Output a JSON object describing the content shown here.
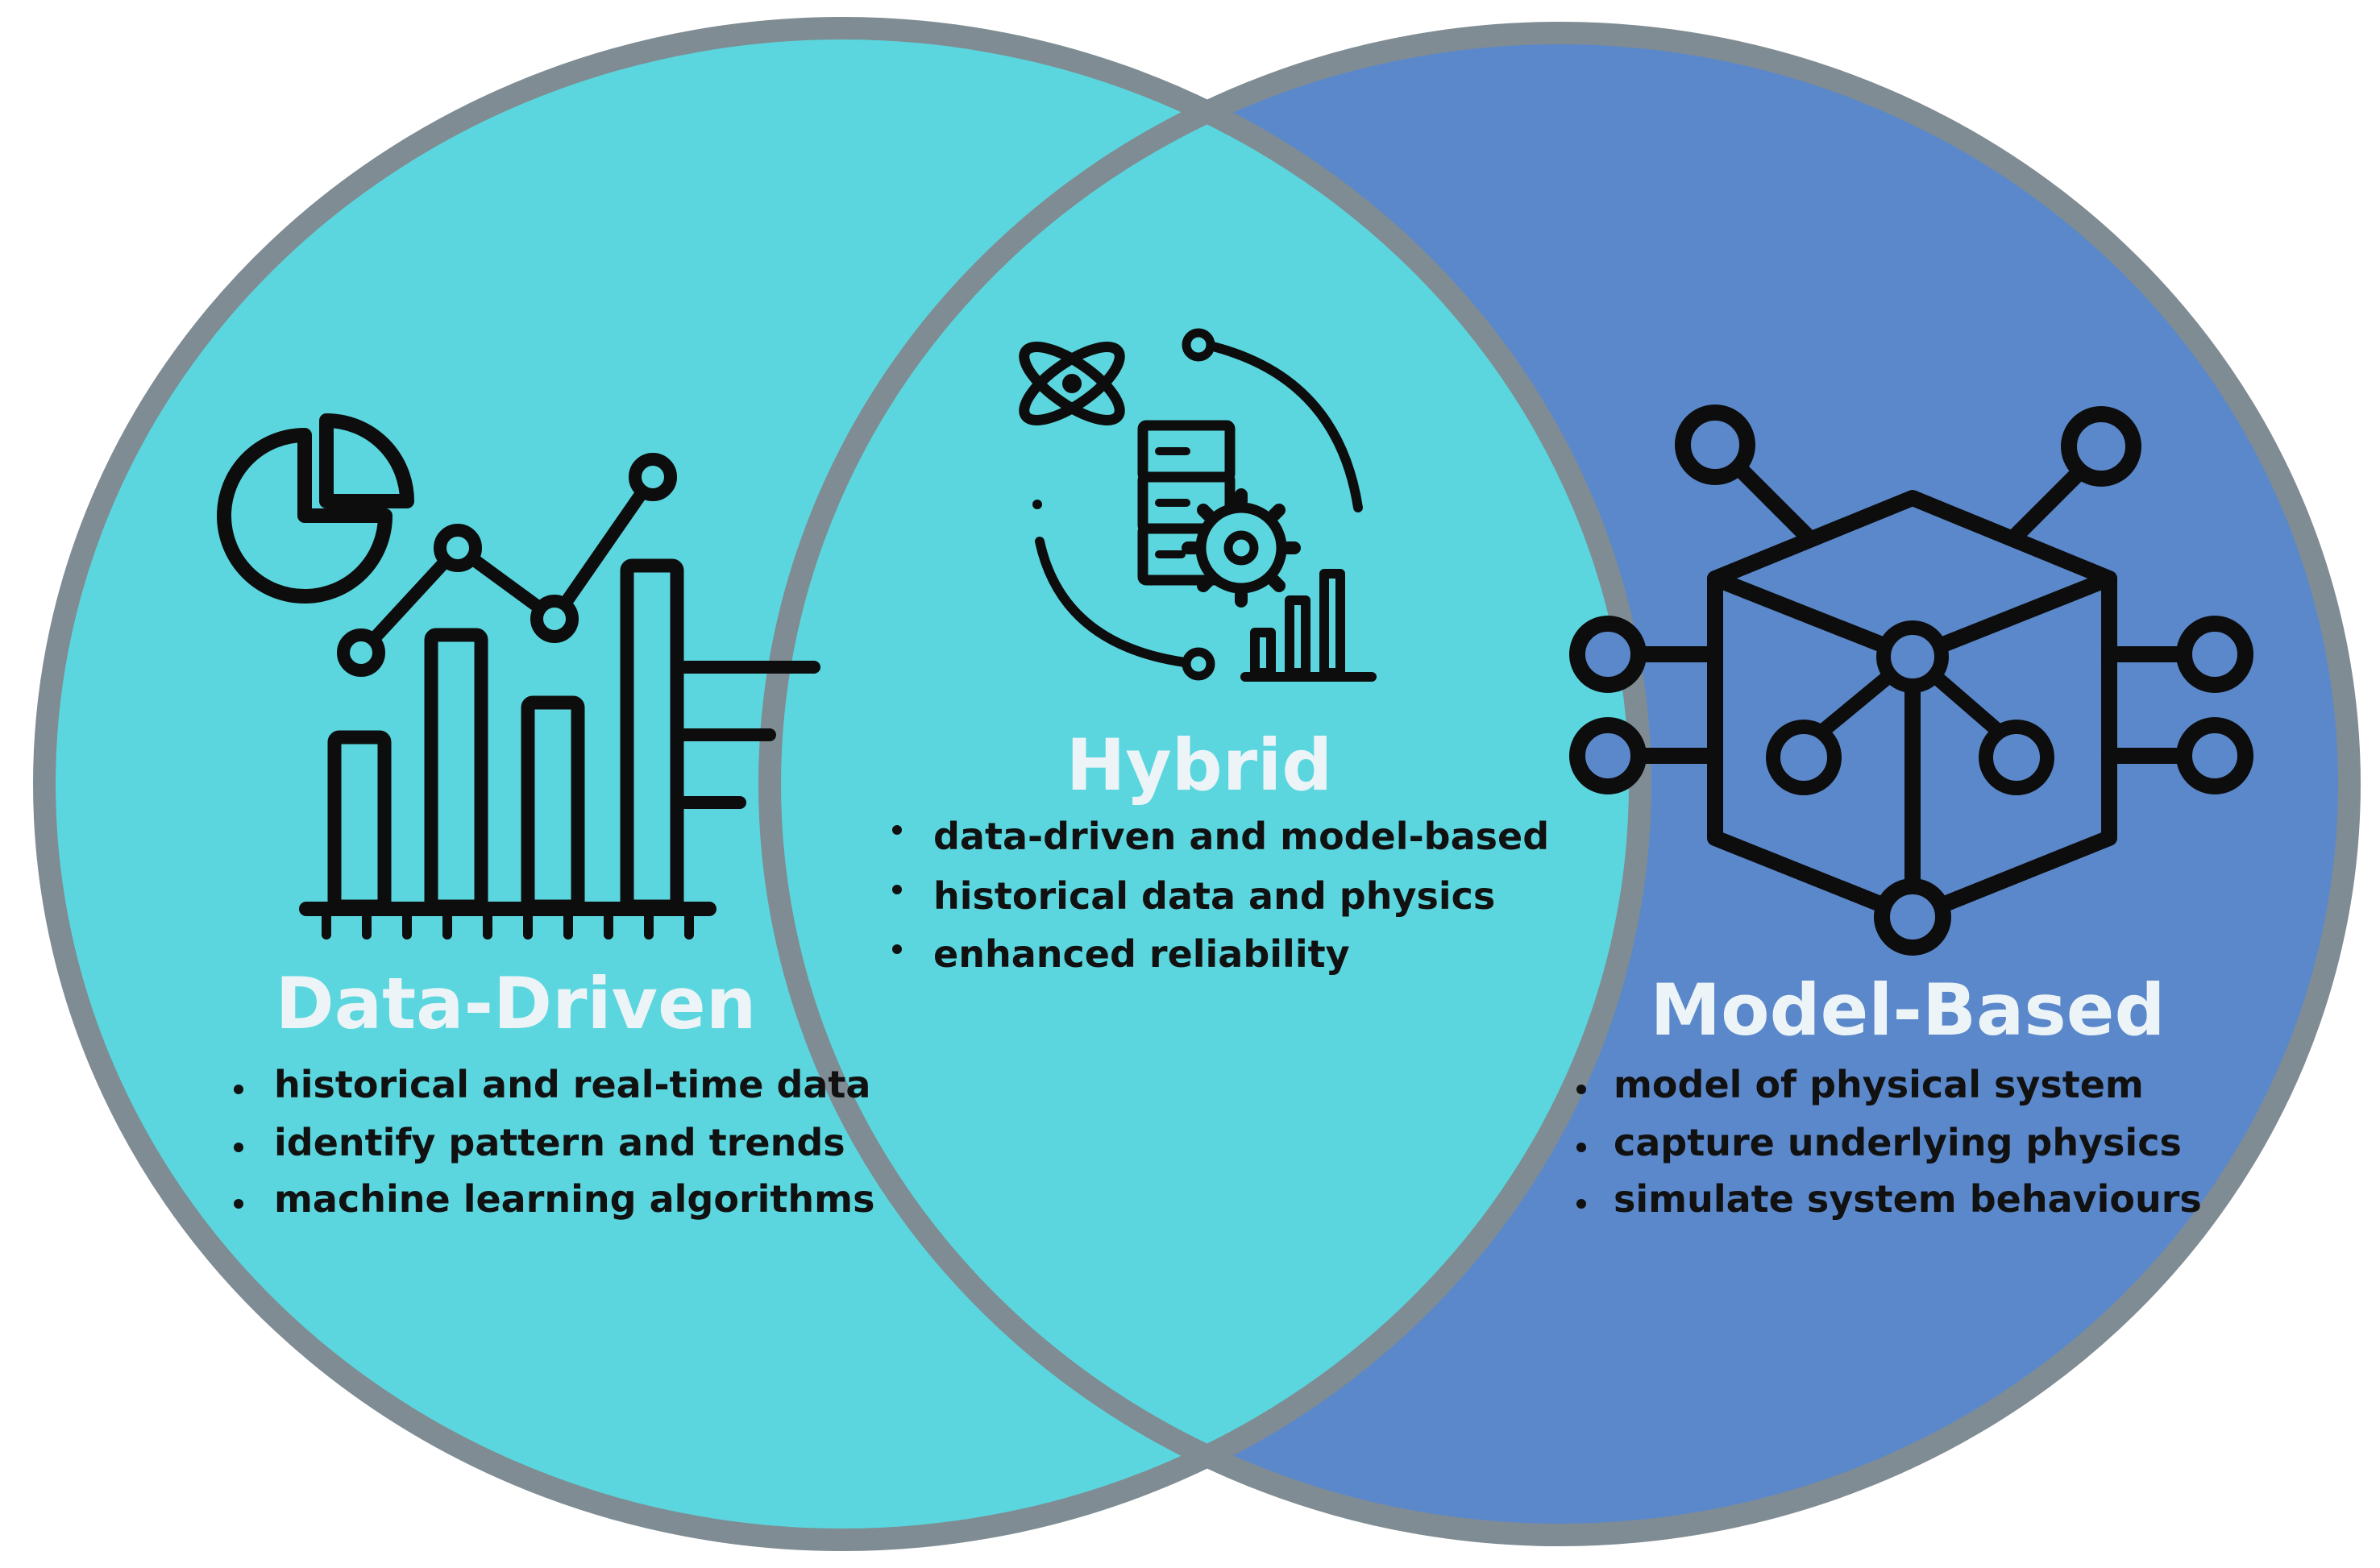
{
  "colors": {
    "data_driven_fill": "#5bd6de",
    "model_based_fill": "#5b88cb",
    "circle_outline": "#7f8c93",
    "heading": "#ecf4f7",
    "text": "#111111"
  },
  "sections": {
    "data_driven": {
      "title": "Data-Driven",
      "icon": "analytics-chart-icon",
      "bullets": [
        "historical and real-time data",
        "identify pattern and trends",
        "machine learning algorithms"
      ]
    },
    "hybrid": {
      "title": "Hybrid",
      "icon": "hybrid-server-atom-icon",
      "bullets": [
        "data-driven and model-based",
        "historical data and physics",
        "enhanced reliability"
      ]
    },
    "model_based": {
      "title": "Model-Based",
      "icon": "network-cube-icon",
      "bullets": [
        "model of physical system",
        "capture underlying physics",
        "simulate system behaviours"
      ]
    }
  }
}
